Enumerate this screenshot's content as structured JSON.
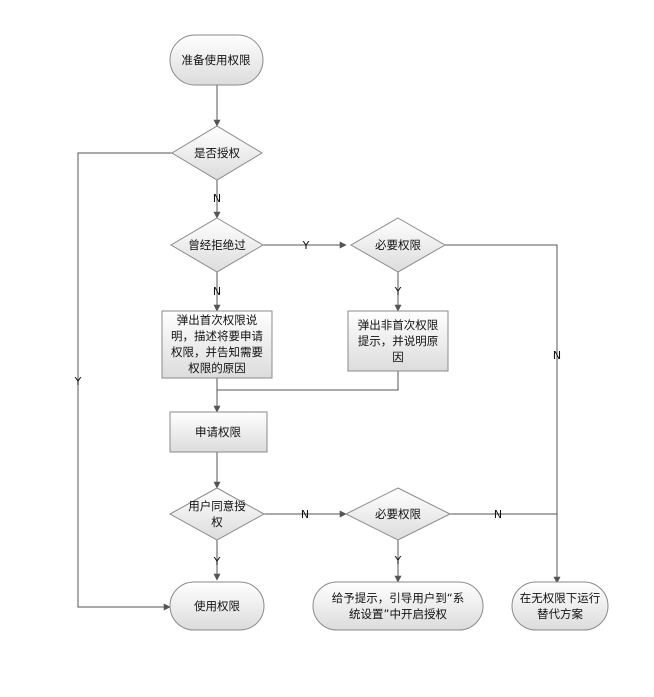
{
  "colors": {
    "shape_fill_top": "#ffffff",
    "shape_fill_bottom": "#dcdcdc",
    "shape_stroke": "#8a8a8a",
    "line": "#555555"
  },
  "nodes": {
    "start": [
      "准备使用权限"
    ],
    "q_authorized": [
      "是否授权"
    ],
    "q_rejected": [
      "曾经拒绝过"
    ],
    "q_required_1": [
      "必要权限"
    ],
    "p_first_explain": [
      "弹出首次权限说",
      "明，描述将要申请",
      "权限，并告知需要",
      "权限的原因"
    ],
    "p_nonfirst_prompt": [
      "弹出非首次权限",
      "提示，并说明原",
      "因"
    ],
    "p_request": [
      "申请权限"
    ],
    "q_user_agree": [
      "用户同意授",
      "权"
    ],
    "q_required_2": [
      "必要权限"
    ],
    "end_use": [
      "使用权限"
    ],
    "end_guide": [
      "给予提示，引导用户到“系",
      "统设置”中开启授权"
    ],
    "end_alt": [
      "在无权限下运行",
      "替代方案"
    ]
  },
  "edge_labels": {
    "auth_no": "N",
    "auth_yes": "Y",
    "rejected_yes": "Y",
    "rejected_no": "N",
    "required1_yes": "Y",
    "required1_no": "N",
    "agree_no": "N",
    "agree_yes": "Y",
    "required2_yes": "Y",
    "required2_no": "N"
  }
}
